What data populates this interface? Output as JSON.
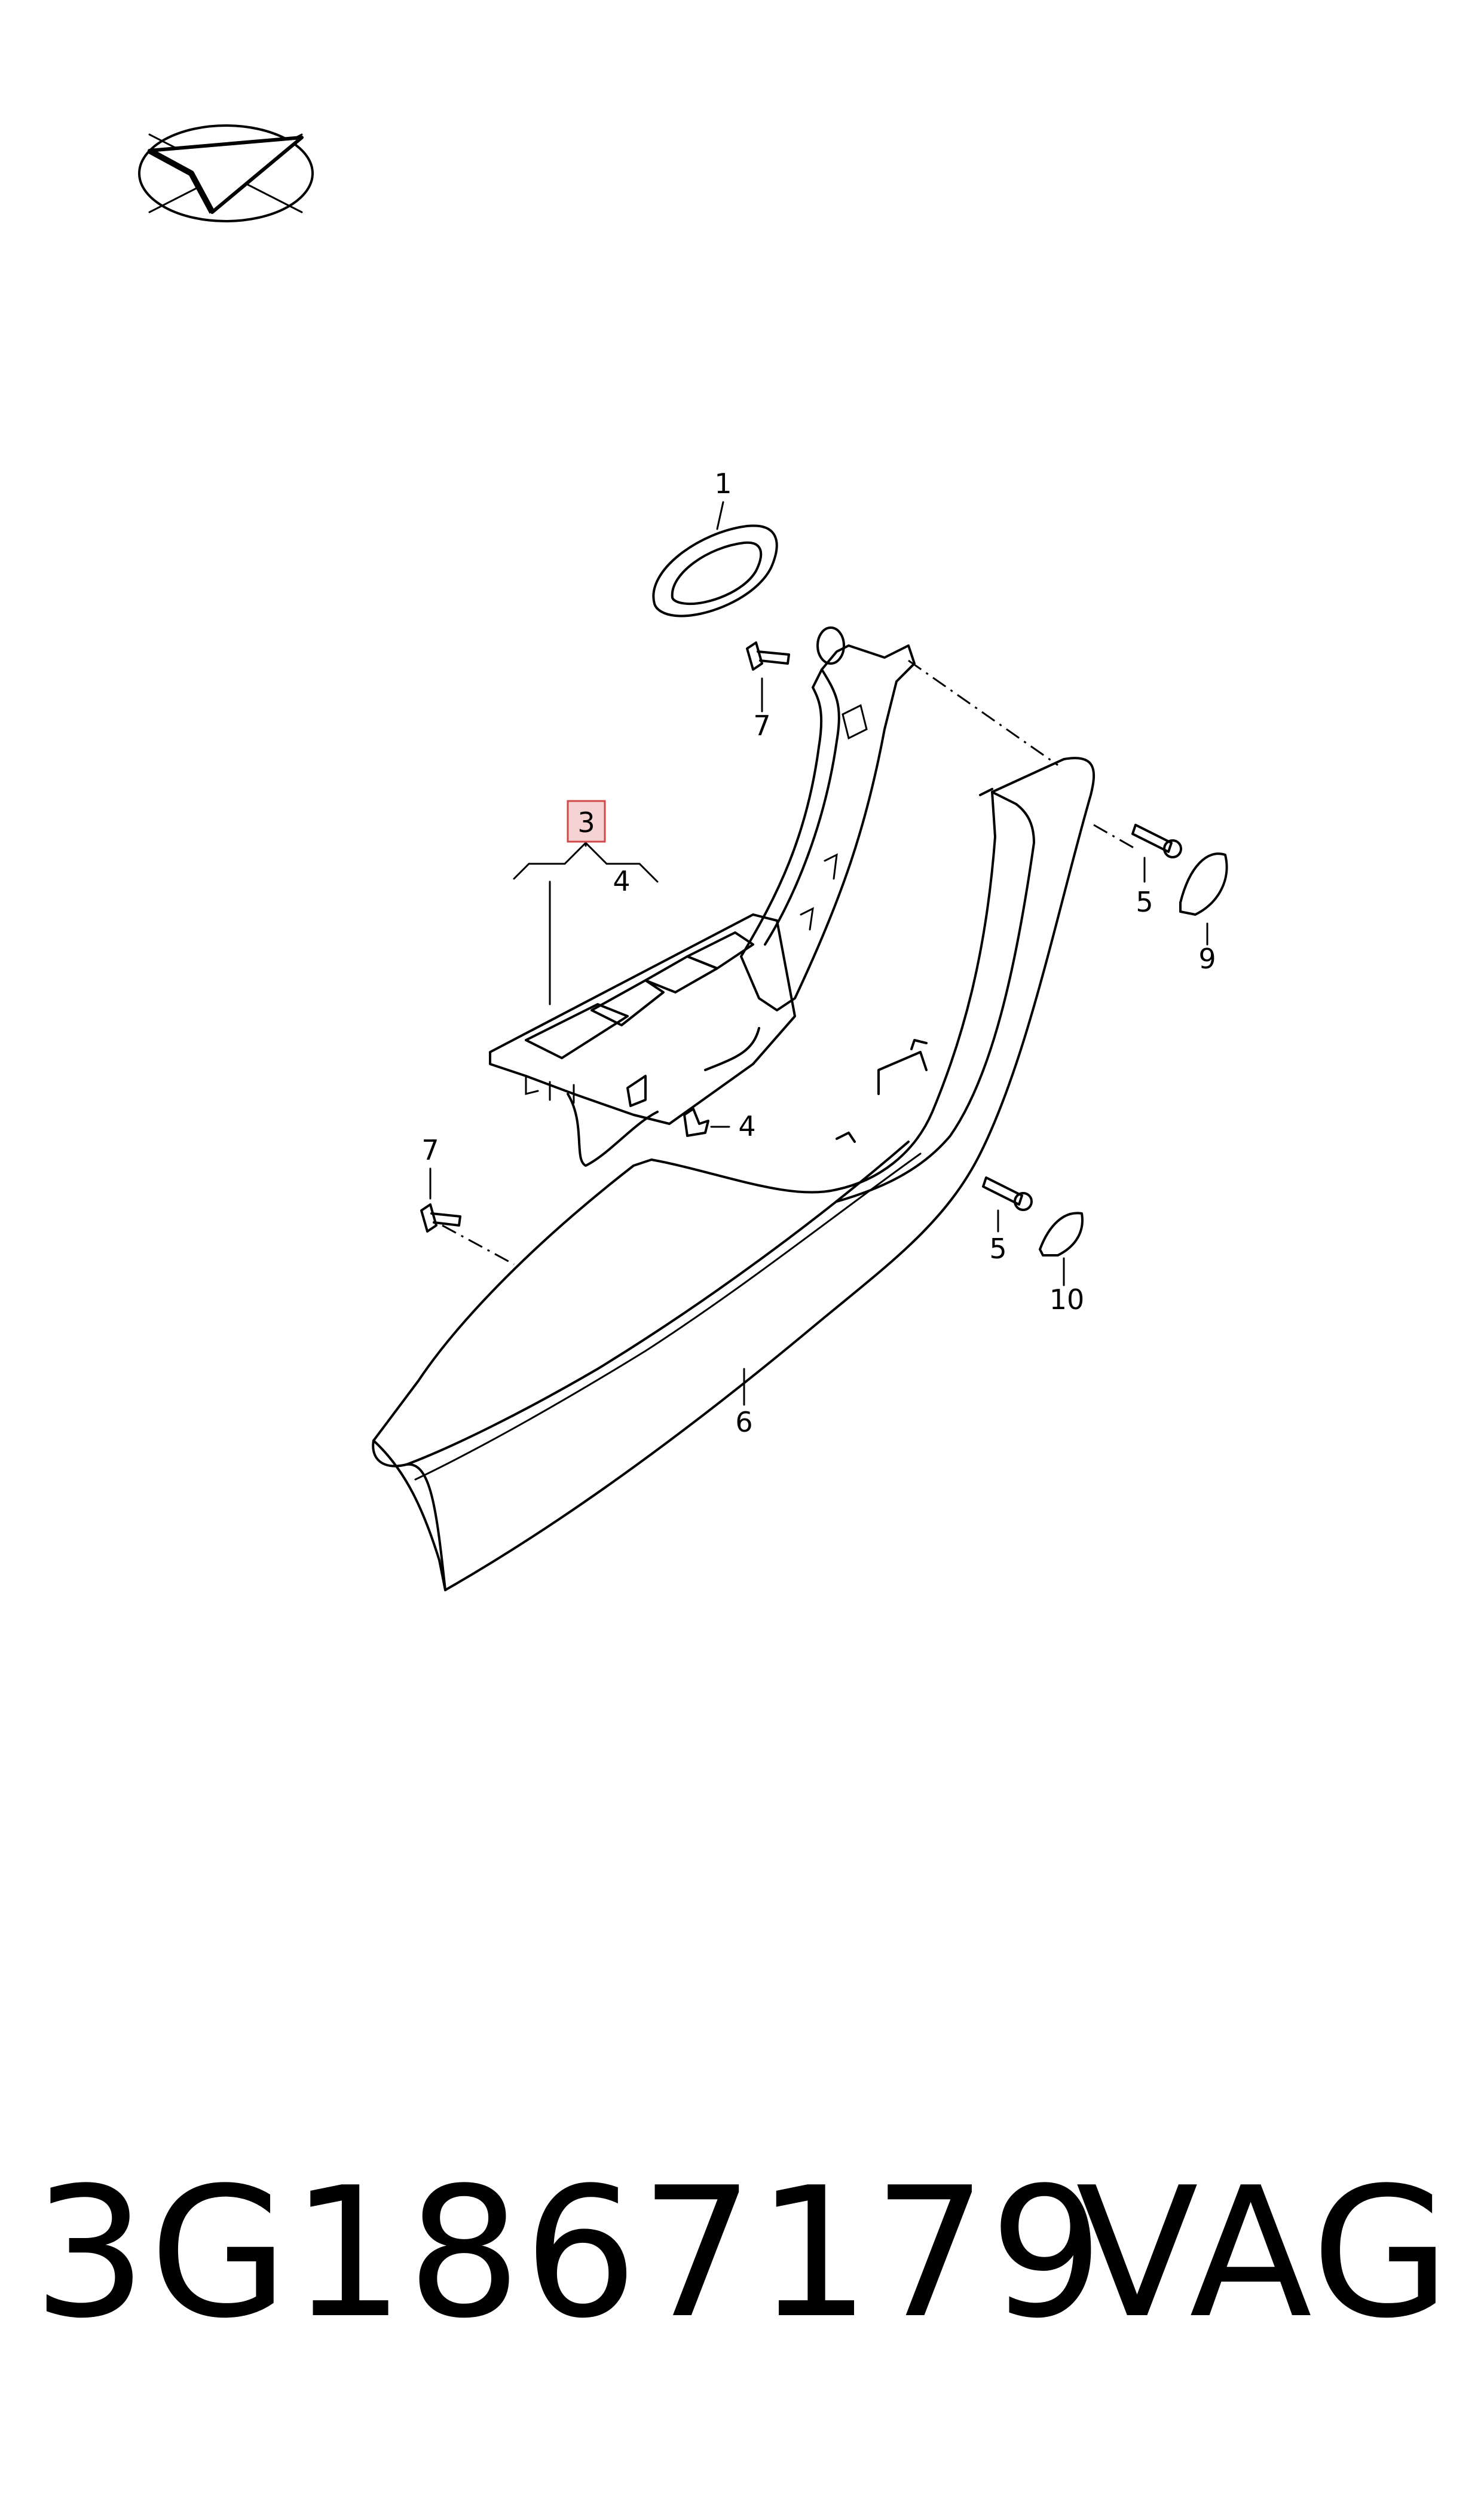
{
  "callouts": {
    "c1": "1",
    "c3": "3",
    "c4a": "4",
    "c4b": "4",
    "c5a": "5",
    "c5b": "5",
    "c6": "6",
    "c7a": "7",
    "c7b": "7",
    "c9": "9",
    "c10": "10"
  },
  "highlighted_callout": "3",
  "highlight_color": "#f6d3d3",
  "footer": {
    "part_number": "3G1867179",
    "brand": "VAG"
  },
  "icons": {
    "logo": "direction-arrow-logo-icon"
  }
}
